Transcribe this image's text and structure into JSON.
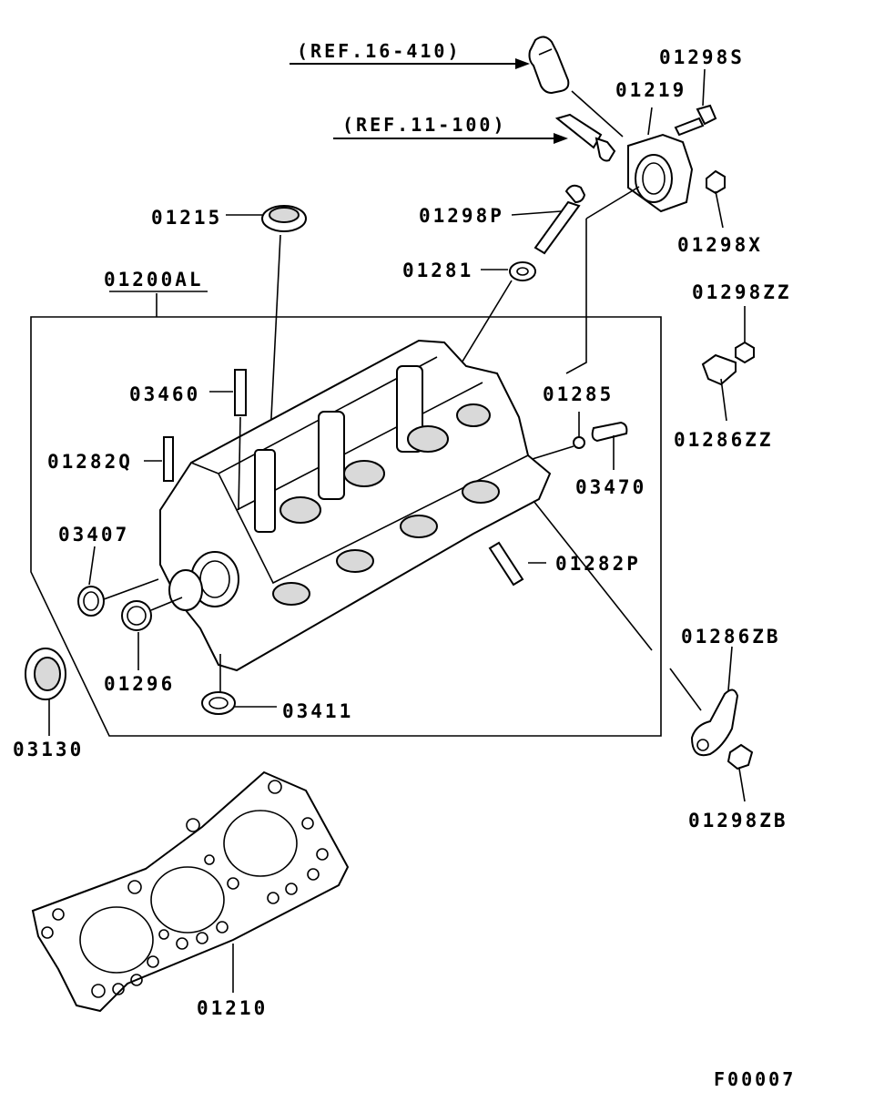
{
  "diagram": {
    "figure_code": "F00007",
    "references": [
      {
        "id": "ref-16-410",
        "text": "(REF.16-410)"
      },
      {
        "id": "ref-11-100",
        "text": "(REF.11-100)"
      }
    ],
    "part_labels": [
      {
        "id": "p01298s",
        "text": "01298S"
      },
      {
        "id": "p01219",
        "text": "01219"
      },
      {
        "id": "p01298x",
        "text": "01298X"
      },
      {
        "id": "p01215",
        "text": "01215"
      },
      {
        "id": "p01298p",
        "text": "01298P"
      },
      {
        "id": "p01281",
        "text": "01281"
      },
      {
        "id": "p01200al",
        "text": "01200AL"
      },
      {
        "id": "p01298zz",
        "text": "01298ZZ"
      },
      {
        "id": "p01286zz",
        "text": "01286ZZ"
      },
      {
        "id": "p03460",
        "text": "03460"
      },
      {
        "id": "p01285",
        "text": "01285"
      },
      {
        "id": "p01282q",
        "text": "01282Q"
      },
      {
        "id": "p03470",
        "text": "03470"
      },
      {
        "id": "p03407",
        "text": "03407"
      },
      {
        "id": "p01282p",
        "text": "01282P"
      },
      {
        "id": "p01286zb",
        "text": "01286ZB"
      },
      {
        "id": "p01296",
        "text": "01296"
      },
      {
        "id": "p03411",
        "text": "03411"
      },
      {
        "id": "p03130",
        "text": "03130"
      },
      {
        "id": "p01298zb",
        "text": "01298ZB"
      },
      {
        "id": "p01210",
        "text": "01210"
      }
    ]
  }
}
